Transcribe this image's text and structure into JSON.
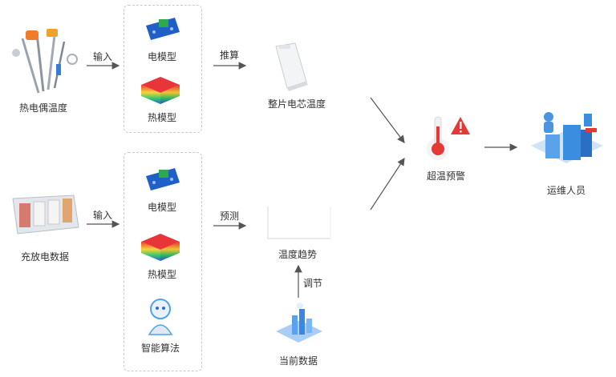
{
  "nodes": {
    "thermocouple": "热电偶温度",
    "charge_data": "充放电数据",
    "electric_model_top": "电模型",
    "thermal_model_top": "热模型",
    "electric_model_bottom": "电模型",
    "thermal_model_bottom": "热模型",
    "smart_algorithm": "智能算法",
    "cell_temp": "整片电芯温度",
    "temp_trend": "温度趋势",
    "current_data": "当前数据",
    "overtemp_warning": "超温预警",
    "ops_staff": "运维人员"
  },
  "edges": {
    "input_top": "输入",
    "input_bottom": "输入",
    "compute": "推算",
    "predict": "预测",
    "adjust": "调节"
  },
  "colors": {
    "arrow": "#555555",
    "dash": "#c9c9c9",
    "board_blue": "#1f5fc8",
    "board_green": "#2fa84f",
    "thermo_red": "#e53935",
    "staff_blue": "#3b8de0"
  }
}
